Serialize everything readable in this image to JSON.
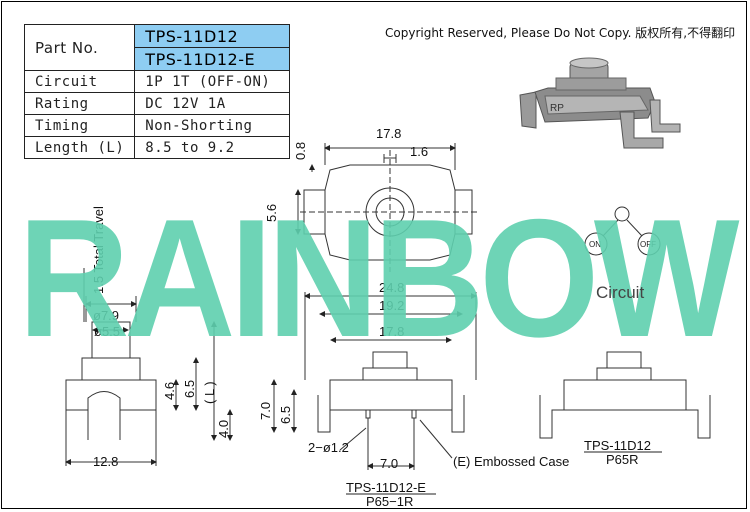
{
  "copyright": "Copyright Reserved, Please Do Not Copy. 版权所有,不得翻印",
  "spec_table": {
    "part_no_label": "Part No.",
    "part_numbers": [
      "TPS-11D12",
      "TPS-11D12-E"
    ],
    "rows": [
      {
        "label": "Circuit",
        "value": "1P 1T (OFF-ON)"
      },
      {
        "label": "Rating",
        "value": "DC 12V 1A"
      },
      {
        "label": "Timing",
        "value": "Non-Shorting"
      },
      {
        "label": "Length (L)",
        "value": "8.5 to 9.2"
      }
    ]
  },
  "watermark": "RAINBOW",
  "product_image": {
    "label": "RP"
  },
  "circuit": {
    "on": "ON",
    "off": "OFF",
    "caption": "Circuit"
  },
  "dimensions": {
    "top_width": "17.8",
    "top_gap": "1.6",
    "top_notch": "0.8",
    "top_height": "5.6",
    "total_travel": "1.5 Total Travel",
    "outer_dia": "ø7.9",
    "inner_dia": "ø5.5",
    "side_h1": "4.6",
    "side_h2": "6.5",
    "side_l": "( L )",
    "side_h3": "4.0",
    "side_width": "12.8",
    "w_total": "24.8",
    "w_mid": "19.2",
    "w_inner": "17.8",
    "h_total": "7.0",
    "h_body": "6.5",
    "pin_dia": "2−ø1.2",
    "pin_pitch": "7.0"
  },
  "labels": {
    "embossed": "(E)  Embossed Case",
    "model_e": "TPS-11D12-E",
    "code_e": "P65−1R",
    "model": "TPS-11D12",
    "code": "P65R"
  }
}
